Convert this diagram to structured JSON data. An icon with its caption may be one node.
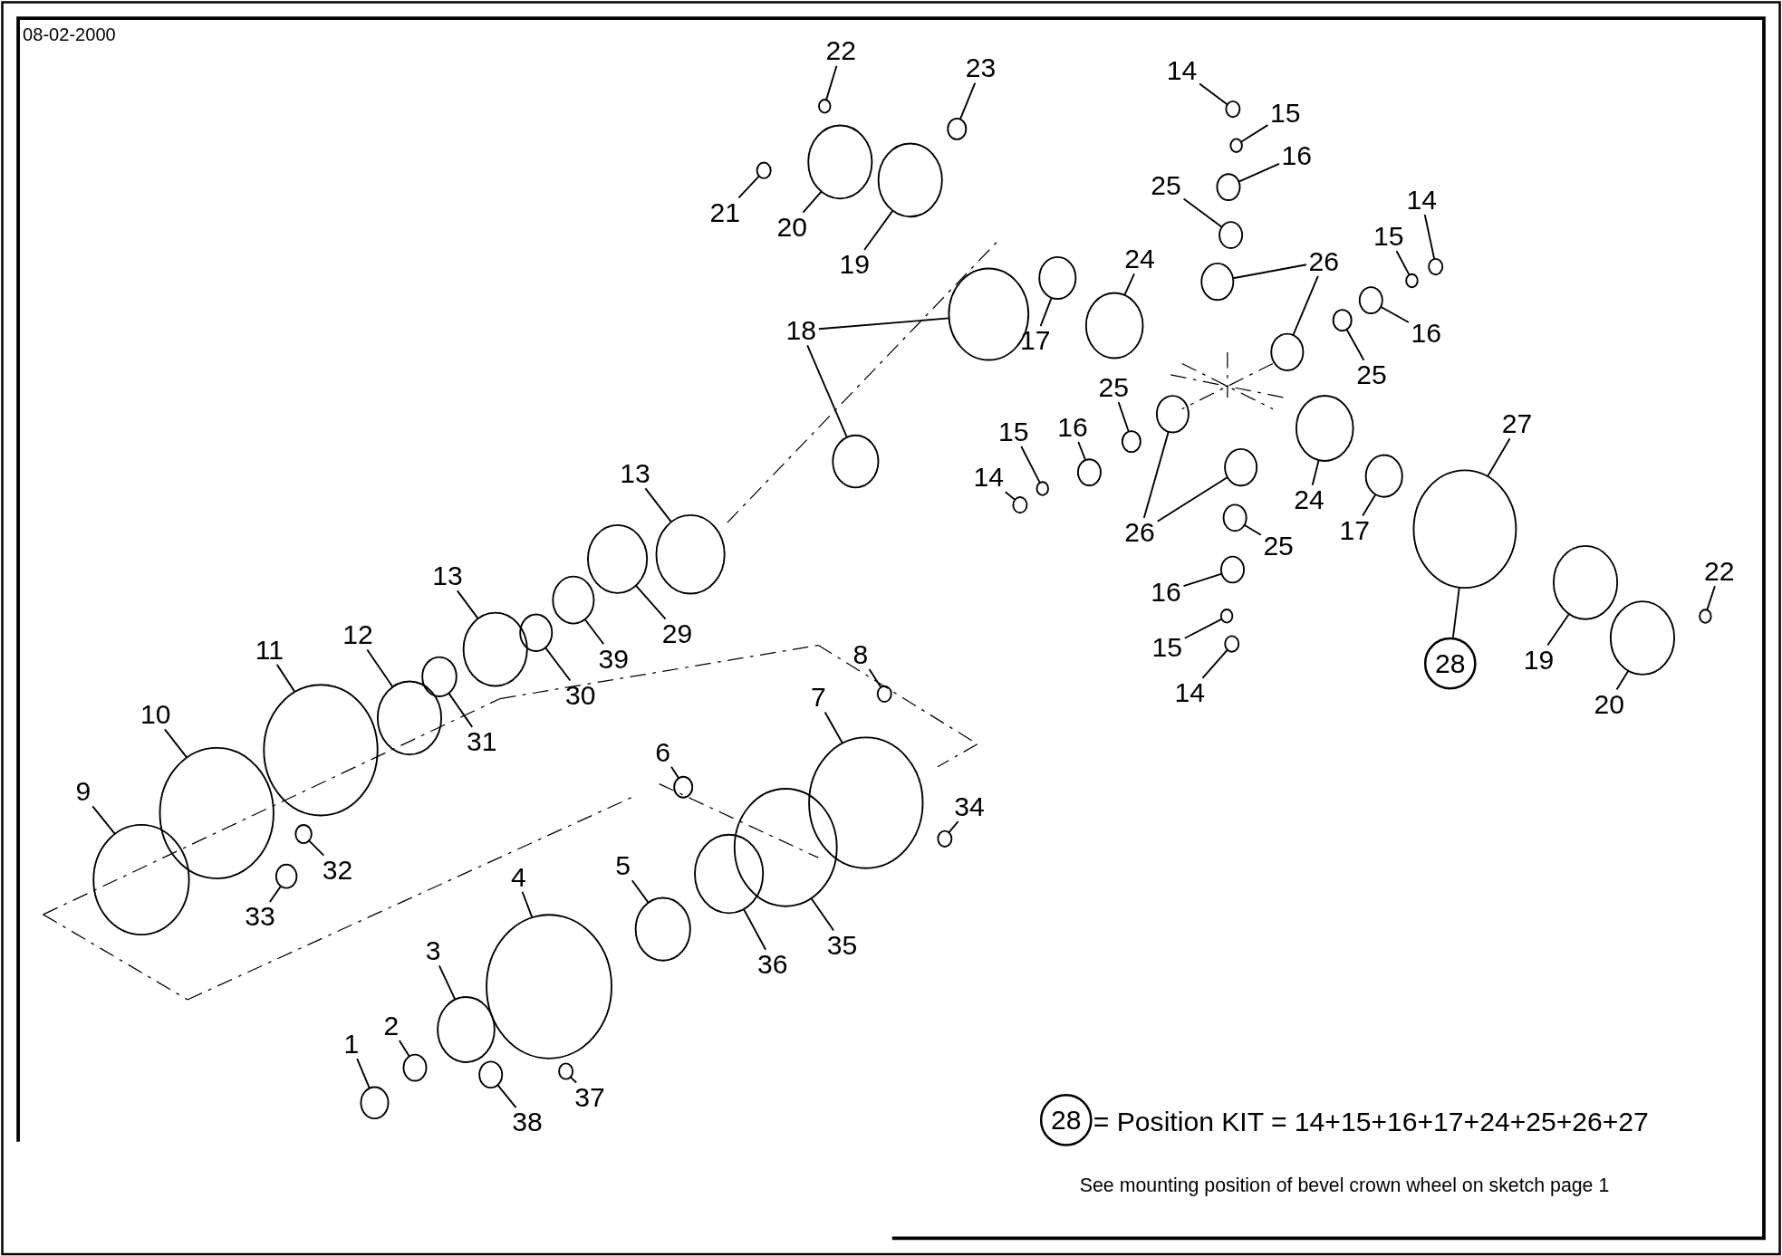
{
  "diagram": {
    "nodes": [
      {
        "text": [
          "22"
        ]
      },
      {
        "text": [
          "23"
        ]
      },
      {
        "text": [
          "21"
        ]
      },
      {
        "text": [
          "20"
        ]
      },
      {
        "text": [
          "19"
        ]
      },
      {
        "text": [
          "18"
        ]
      },
      {
        "text": [
          "17"
        ]
      },
      {
        "text": [
          "24"
        ]
      },
      {
        "text": [
          "14"
        ]
      },
      {
        "text": [
          "15"
        ]
      },
      {
        "text": [
          "16"
        ]
      },
      {
        "text": [
          "25"
        ]
      },
      {
        "text": [
          "26"
        ]
      },
      {
        "text": [
          "14"
        ]
      },
      {
        "text": [
          "15"
        ]
      },
      {
        "text": [
          "16"
        ]
      },
      {
        "text": [
          "25"
        ]
      },
      {
        "text": [
          "25"
        ]
      },
      {
        "text": [
          "15"
        ]
      },
      {
        "text": [
          "16"
        ]
      },
      {
        "text": [
          "14"
        ]
      },
      {
        "text": [
          "26"
        ]
      },
      {
        "text": [
          "24"
        ]
      },
      {
        "text": [
          "17"
        ]
      },
      {
        "text": [
          "25"
        ]
      },
      {
        "text": [
          "27"
        ]
      },
      {
        "text": [
          "16"
        ]
      },
      {
        "text": [
          "15"
        ]
      },
      {
        "text": [
          "14"
        ]
      },
      {
        "text": [
          "28"
        ]
      },
      {
        "text": [
          "19"
        ]
      },
      {
        "text": [
          "20"
        ]
      },
      {
        "text": [
          "22"
        ]
      },
      {
        "text": [
          "13"
        ]
      },
      {
        "text": [
          "13"
        ]
      },
      {
        "text": [
          "12"
        ]
      },
      {
        "text": [
          "11"
        ]
      },
      {
        "text": [
          "10"
        ]
      },
      {
        "text": [
          "9"
        ]
      },
      {
        "text": [
          "31"
        ]
      },
      {
        "text": [
          "30"
        ]
      },
      {
        "text": [
          "39"
        ]
      },
      {
        "text": [
          "29"
        ]
      },
      {
        "text": [
          "8"
        ]
      },
      {
        "text": [
          "7"
        ]
      },
      {
        "text": [
          "6"
        ]
      },
      {
        "text": [
          "34"
        ]
      },
      {
        "text": [
          "32"
        ]
      },
      {
        "text": [
          "33"
        ]
      },
      {
        "text": [
          "4"
        ]
      },
      {
        "text": [
          "5"
        ]
      },
      {
        "text": [
          "36"
        ]
      },
      {
        "text": [
          "35"
        ]
      },
      {
        "text": [
          "3"
        ]
      },
      {
        "text": [
          "2"
        ]
      },
      {
        "text": [
          "1"
        ]
      },
      {
        "text": [
          "38"
        ]
      },
      {
        "text": [
          "37"
        ]
      },
      {
        "text": [
          "28"
        ]
      },
      {
        "text": [],
        "shape": "circle"
      },
      {
        "text": [],
        "shape": "circle"
      },
      {
        "text": [],
        "shape": "circle"
      },
      {
        "text": [],
        "shape": "circle"
      },
      {
        "text": [],
        "shape": "circle"
      },
      {
        "text": [],
        "shape": "circle"
      },
      {
        "text": [],
        "shape": "circle"
      },
      {
        "text": [],
        "shape": "circle"
      },
      {
        "text": [],
        "shape": "circle"
      },
      {
        "text": [],
        "shape": "circle"
      },
      {
        "text": [],
        "shape": "circle"
      },
      {
        "text": [],
        "shape": "circle"
      },
      {
        "text": [],
        "shape": "circle"
      },
      {
        "text": [],
        "shape": "circle"
      },
      {
        "text": [],
        "shape": "circle"
      },
      {
        "text": [],
        "shape": "circle"
      },
      {
        "text": [],
        "shape": "circle"
      },
      {
        "text": [],
        "shape": "circle"
      },
      {
        "text": [],
        "shape": "circle"
      },
      {
        "text": [],
        "shape": "circle"
      },
      {
        "text": [],
        "shape": "circle"
      },
      {
        "text": [],
        "shape": "circle"
      },
      {
        "text": [],
        "shape": "circle"
      },
      {
        "text": [],
        "shape": "circle"
      },
      {
        "text": [],
        "shape": "circle"
      },
      {
        "text": [],
        "shape": "circle"
      },
      {
        "text": [],
        "shape": "circle"
      },
      {
        "text": [],
        "shape": "circle"
      },
      {
        "text": [],
        "shape": "circle"
      },
      {
        "text": [],
        "shape": "circle"
      },
      {
        "text": [],
        "shape": "circle"
      },
      {
        "text": [],
        "shape": "circle"
      },
      {
        "text": [],
        "shape": "circle"
      },
      {
        "text": [],
        "shape": "circle"
      },
      {
        "text": [],
        "shape": "circle"
      },
      {
        "text": [],
        "shape": "circle"
      },
      {
        "text": [],
        "shape": "circle"
      },
      {
        "text": [],
        "shape": "circle"
      },
      {
        "text": [],
        "shape": "circle"
      },
      {
        "text": [],
        "shape": "circle"
      },
      {
        "text": [],
        "shape": "circle"
      },
      {
        "text": [],
        "shape": "circle"
      },
      {
        "text": [],
        "shape": "circle"
      },
      {
        "text": [],
        "shape": "circle"
      },
      {
        "text": [],
        "shape": "circle"
      },
      {
        "text": [],
        "shape": "circle"
      },
      {
        "text": [],
        "shape": "circle"
      },
      {
        "text": [],
        "shape": "circle"
      },
      {
        "text": [],
        "shape": "circle"
      },
      {
        "text": [],
        "shape": "circle"
      },
      {
        "text": [],
        "shape": "circle"
      },
      {
        "text": [],
        "shape": "circle"
      },
      {
        "text": [],
        "shape": "circle"
      },
      {
        "text": [],
        "shape": "circle"
      },
      {
        "text": [],
        "shape": "circle"
      },
      {
        "text": [],
        "shape": "circle"
      },
      {
        "text": [],
        "shape": "circle"
      },
      {
        "text": [],
        "shape": "circle"
      },
      {
        "text": [],
        "shape": "circle"
      },
      {
        "text": [],
        "shape": "circle"
      }
    ],
    "edges": [
      {
        "from": 0,
        "to": 59,
        "arrow": "none"
      },
      {
        "from": 1,
        "to": 60,
        "arrow": "none"
      },
      {
        "from": 2,
        "to": 61,
        "arrow": "none"
      },
      {
        "from": 3,
        "to": 62,
        "arrow": "none"
      },
      {
        "from": 4,
        "to": 63,
        "arrow": "none"
      },
      {
        "from": 5,
        "to": 64,
        "arrow": "none"
      },
      {
        "from": 5,
        "to": 65,
        "arrow": "none"
      },
      {
        "from": 6,
        "to": 66,
        "arrow": "none"
      },
      {
        "from": 7,
        "to": 67,
        "arrow": "none"
      },
      {
        "from": 8,
        "to": 68,
        "arrow": "none"
      },
      {
        "from": 9,
        "to": 69,
        "arrow": "none"
      },
      {
        "from": 10,
        "to": 70,
        "arrow": "none"
      },
      {
        "from": 11,
        "to": 71,
        "arrow": "none"
      },
      {
        "from": 12,
        "to": 72,
        "arrow": "none"
      },
      {
        "from": 12,
        "to": 73,
        "arrow": "none"
      },
      {
        "from": 13,
        "to": 74,
        "arrow": "none"
      },
      {
        "from": 14,
        "to": 75,
        "arrow": "none"
      },
      {
        "from": 15,
        "to": 76,
        "arrow": "none"
      },
      {
        "from": 16,
        "to": 77,
        "arrow": "none"
      },
      {
        "from": 17,
        "to": 78,
        "arrow": "none"
      },
      {
        "from": 18,
        "to": 79,
        "arrow": "none"
      },
      {
        "from": 19,
        "to": 80,
        "arrow": "none"
      },
      {
        "from": 20,
        "to": 81,
        "arrow": "none"
      },
      {
        "from": 21,
        "to": 82,
        "arrow": "none"
      },
      {
        "from": 21,
        "to": 83,
        "arrow": "none"
      },
      {
        "from": 22,
        "to": 84,
        "arrow": "none"
      },
      {
        "from": 23,
        "to": 85,
        "arrow": "none"
      },
      {
        "from": 24,
        "to": 86,
        "arrow": "none"
      },
      {
        "from": 25,
        "to": 87,
        "arrow": "none"
      },
      {
        "from": 26,
        "to": 88,
        "arrow": "none"
      },
      {
        "from": 27,
        "to": 89,
        "arrow": "none"
      },
      {
        "from": 28,
        "to": 90,
        "arrow": "none"
      },
      {
        "from": 29,
        "to": 87,
        "arrow": "none"
      },
      {
        "from": 30,
        "to": 91,
        "arrow": "none"
      },
      {
        "from": 31,
        "to": 92,
        "arrow": "none"
      },
      {
        "from": 32,
        "to": 93,
        "arrow": "none"
      },
      {
        "from": 33,
        "to": 94,
        "arrow": "none"
      },
      {
        "from": 34,
        "to": 95,
        "arrow": "none"
      },
      {
        "from": 35,
        "to": 96,
        "arrow": "none"
      },
      {
        "from": 36,
        "to": 97,
        "arrow": "none"
      },
      {
        "from": 37,
        "to": 98,
        "arrow": "none"
      },
      {
        "from": 38,
        "to": 99,
        "arrow": "none"
      },
      {
        "from": 39,
        "to": 100,
        "arrow": "none"
      },
      {
        "from": 40,
        "to": 101,
        "arrow": "none"
      },
      {
        "from": 41,
        "to": 102,
        "arrow": "none"
      },
      {
        "from": 42,
        "to": 103,
        "arrow": "none"
      },
      {
        "from": 43,
        "to": 104,
        "arrow": "none"
      },
      {
        "from": 44,
        "to": 105,
        "arrow": "none"
      },
      {
        "from": 45,
        "to": 106,
        "arrow": "none"
      },
      {
        "from": 46,
        "to": 107,
        "arrow": "none"
      },
      {
        "from": 47,
        "to": 108,
        "arrow": "none"
      },
      {
        "from": 48,
        "to": 109,
        "arrow": "none"
      },
      {
        "from": 49,
        "to": 110,
        "arrow": "none"
      },
      {
        "from": 50,
        "to": 111,
        "arrow": "none"
      },
      {
        "from": 51,
        "to": 112,
        "arrow": "none"
      },
      {
        "from": 52,
        "to": 113,
        "arrow": "none"
      },
      {
        "from": 53,
        "to": 114,
        "arrow": "none"
      },
      {
        "from": 54,
        "to": 115,
        "arrow": "none"
      },
      {
        "from": 55,
        "to": 116,
        "arrow": "none"
      },
      {
        "from": 56,
        "to": 117,
        "arrow": "none"
      },
      {
        "from": 57,
        "to": 118,
        "arrow": "none"
      }
    ],
    "labels": [
      "08-02-2000",
      "= Position KIT = 14+15+16+17+24+25+26+27",
      "See mounting position of bevel crown wheel on sketch page 1"
    ]
  }
}
